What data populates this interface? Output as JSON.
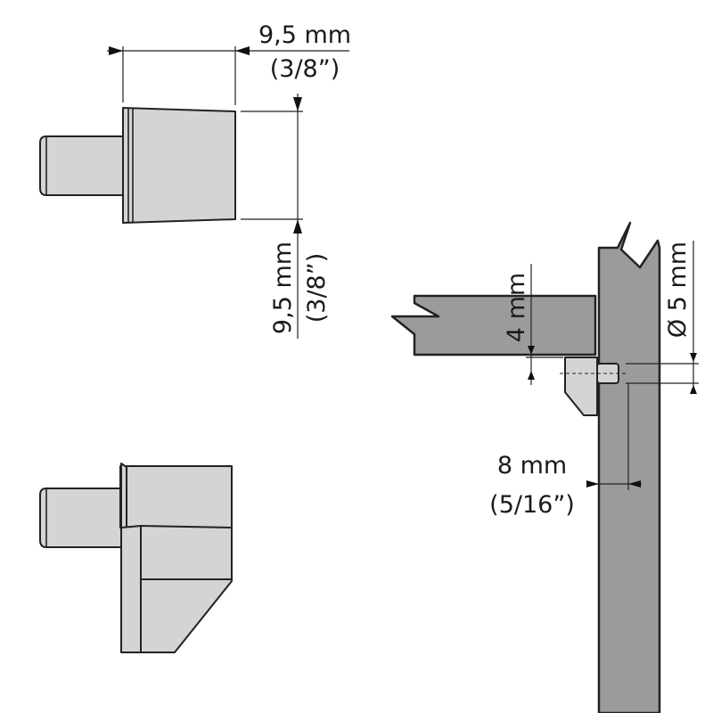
{
  "diagram": {
    "colors": {
      "part_fill": "#d4d4d4",
      "board_fill": "#9b9b9b",
      "outline": "#222222",
      "background": "#ffffff"
    },
    "dimensions": {
      "body_length": {
        "metric": "9,5 mm",
        "imperial": "(3/8”)"
      },
      "body_height": {
        "metric": "9,5 mm",
        "imperial": "(3/8”)"
      },
      "shelf_gap": {
        "metric": "4 mm"
      },
      "pin_diameter": {
        "metric": "Ø 5 mm"
      },
      "pin_depth": {
        "metric": "8 mm",
        "imperial": "(5/16”)"
      }
    }
  }
}
